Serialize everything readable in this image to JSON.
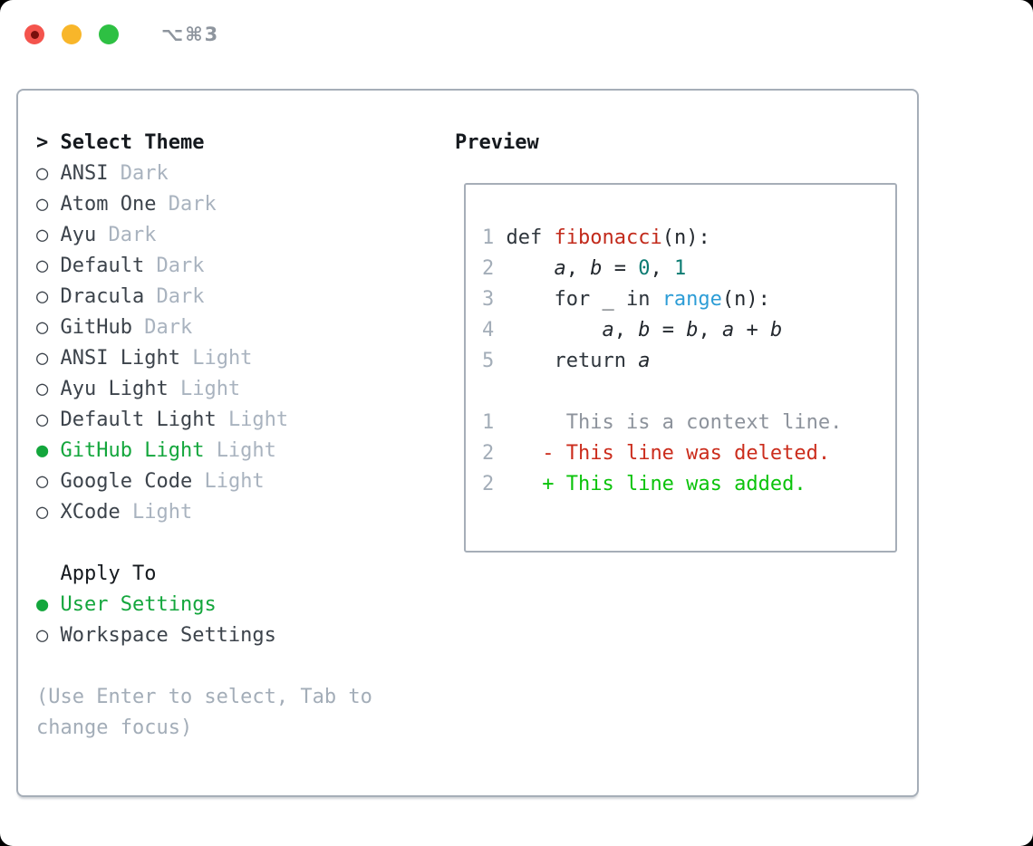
{
  "window": {
    "title": "⌥⌘3"
  },
  "ui": {
    "radio_unselected": "○",
    "radio_selected": "●",
    "header_marker": ">",
    "indent": "  "
  },
  "colors": {
    "light-red": "#f4544d",
    "light-red-dot": "#79100c",
    "light-yellow": "#f8b62a",
    "light-green": "#2ec043",
    "title-gray": "#8e959e",
    "border-gray": "#a6aeb8",
    "text-black": "#15191e",
    "text-dark": "#3c434b",
    "tag-gray": "#a9b3bf",
    "help-gray": "#a3adb8",
    "linenum-gray": "#a3adb8",
    "accent-green": "#13a63c",
    "syn-kw": "#2e353c",
    "syn-plain": "#23282e",
    "syn-fn": "#c22a1b",
    "syn-num": "#0c7b72",
    "syn-builtin": "#2d9dd6",
    "diff-ctx": "#8d939c",
    "diff-del": "#cb2c1c",
    "diff-add": "#0bc30b"
  },
  "theme_panel": {
    "header": "Select Theme",
    "themes": [
      {
        "name": "ANSI",
        "tag": "Dark",
        "selected": false
      },
      {
        "name": "Atom One",
        "tag": "Dark",
        "selected": false
      },
      {
        "name": "Ayu",
        "tag": "Dark",
        "selected": false
      },
      {
        "name": "Default",
        "tag": "Dark",
        "selected": false
      },
      {
        "name": "Dracula",
        "tag": "Dark",
        "selected": false
      },
      {
        "name": "GitHub",
        "tag": "Dark",
        "selected": false
      },
      {
        "name": "ANSI Light",
        "tag": "Light",
        "selected": false
      },
      {
        "name": "Ayu Light",
        "tag": "Light",
        "selected": false
      },
      {
        "name": "Default Light",
        "tag": "Light",
        "selected": false
      },
      {
        "name": "GitHub Light",
        "tag": "Light",
        "selected": true
      },
      {
        "name": "Google Code",
        "tag": "Light",
        "selected": false
      },
      {
        "name": "XCode",
        "tag": "Light",
        "selected": false
      }
    ],
    "apply_to": {
      "label": "Apply To",
      "options": [
        {
          "name": "User Settings",
          "selected": true
        },
        {
          "name": "Workspace Settings",
          "selected": false
        }
      ]
    },
    "help": "(Use Enter to select, Tab to change focus)"
  },
  "preview": {
    "label": "Preview",
    "lines": [
      {
        "num": "1",
        "s": [
          {
            "t": "def ",
            "c": "kw"
          },
          {
            "t": "fibonacci",
            "c": "fn"
          },
          {
            "t": "(n):",
            "c": "pl"
          }
        ]
      },
      {
        "num": "2",
        "s": [
          {
            "t": "    ",
            "c": "pl"
          },
          {
            "t": "a",
            "c": "va"
          },
          {
            "t": ", ",
            "c": "pl"
          },
          {
            "t": "b",
            "c": "va"
          },
          {
            "t": " = ",
            "c": "pl"
          },
          {
            "t": "0",
            "c": "nu"
          },
          {
            "t": ", ",
            "c": "pl"
          },
          {
            "t": "1",
            "c": "nu"
          }
        ]
      },
      {
        "num": "3",
        "s": [
          {
            "t": "    for _ in ",
            "c": "kw"
          },
          {
            "t": "range",
            "c": "bi"
          },
          {
            "t": "(n):",
            "c": "pl"
          }
        ]
      },
      {
        "num": "4",
        "s": [
          {
            "t": "        ",
            "c": "pl"
          },
          {
            "t": "a",
            "c": "va"
          },
          {
            "t": ", ",
            "c": "pl"
          },
          {
            "t": "b",
            "c": "va"
          },
          {
            "t": " = ",
            "c": "pl"
          },
          {
            "t": "b",
            "c": "va"
          },
          {
            "t": ", ",
            "c": "pl"
          },
          {
            "t": "a",
            "c": "va"
          },
          {
            "t": " + ",
            "c": "pl"
          },
          {
            "t": "b",
            "c": "va"
          }
        ]
      },
      {
        "num": "5",
        "s": [
          {
            "t": "    return ",
            "c": "kw"
          },
          {
            "t": "a",
            "c": "va"
          }
        ]
      },
      {
        "num": "",
        "s": []
      },
      {
        "num": "1",
        "s": [
          {
            "t": "     This is a context line.",
            "c": "ctx"
          }
        ]
      },
      {
        "num": "2",
        "s": [
          {
            "t": "   - This line was deleted.",
            "c": "del"
          }
        ]
      },
      {
        "num": "2",
        "s": [
          {
            "t": "   + This line was added.",
            "c": "add"
          }
        ]
      }
    ]
  }
}
